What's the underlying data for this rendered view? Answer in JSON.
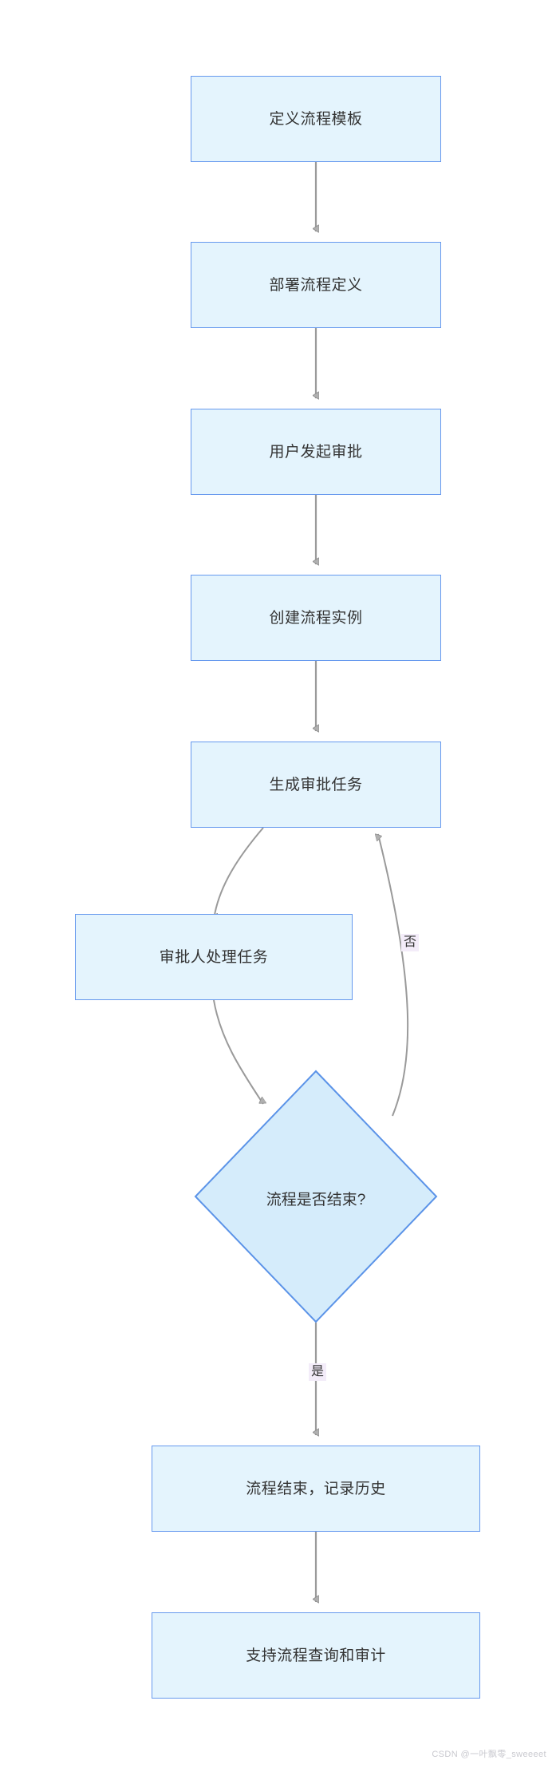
{
  "diagram": {
    "type": "flowchart",
    "direction": "top-to-bottom",
    "background_color": "#ffffff",
    "node_fill": "#e4f4fd",
    "node_stroke": "#6699ee",
    "edge_color": "#9a9a9a",
    "label_background": "#f3ecf9",
    "nodes": [
      {
        "id": "n1",
        "label": "定义流程模板",
        "shape": "rect"
      },
      {
        "id": "n2",
        "label": "部署流程定义",
        "shape": "rect"
      },
      {
        "id": "n3",
        "label": "用户发起审批",
        "shape": "rect"
      },
      {
        "id": "n4",
        "label": "创建流程实例",
        "shape": "rect"
      },
      {
        "id": "n5",
        "label": "生成审批任务",
        "shape": "rect"
      },
      {
        "id": "n6",
        "label": "审批人处理任务",
        "shape": "rect"
      },
      {
        "id": "n7",
        "label": "流程是否结束?",
        "shape": "diamond"
      },
      {
        "id": "n8",
        "label": "流程结束，记录历史",
        "shape": "rect"
      },
      {
        "id": "n9",
        "label": "支持流程查询和审计",
        "shape": "rect"
      }
    ],
    "edges": [
      {
        "from": "n1",
        "to": "n2",
        "label": ""
      },
      {
        "from": "n2",
        "to": "n3",
        "label": ""
      },
      {
        "from": "n3",
        "to": "n4",
        "label": ""
      },
      {
        "from": "n4",
        "to": "n5",
        "label": ""
      },
      {
        "from": "n5",
        "to": "n6",
        "label": ""
      },
      {
        "from": "n6",
        "to": "n7",
        "label": ""
      },
      {
        "from": "n7",
        "to": "n5",
        "label": "否"
      },
      {
        "from": "n7",
        "to": "n8",
        "label": "是"
      },
      {
        "from": "n8",
        "to": "n9",
        "label": ""
      }
    ]
  },
  "edge_labels": {
    "no": "否",
    "yes": "是"
  },
  "watermark": {
    "text": "CSDN @一叶飘零_sweeeet"
  }
}
